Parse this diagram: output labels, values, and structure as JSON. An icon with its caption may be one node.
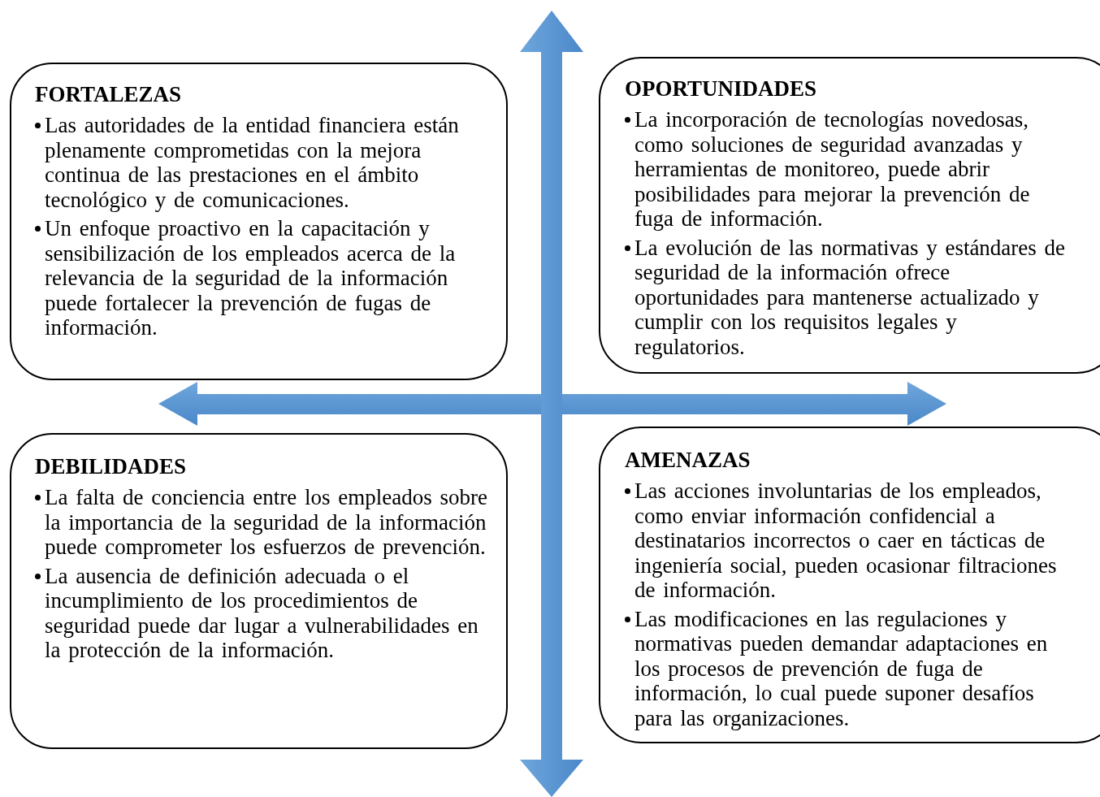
{
  "diagram": {
    "nodes": [
      {
        "text": [
          "FORTALEZAS",
          "Las autoridades de la entidad financiera están plenamente comprometidas con la mejora continua de las prestaciones en el ámbito tecnológico y de comunicaciones.",
          "Un enfoque proactivo en la capacitación y sensibilización de los empleados acerca de la relevancia de la seguridad de la información puede fortalecer la prevención de fugas de información."
        ]
      },
      {
        "text": [
          "OPORTUNIDADES",
          "La incorporación de tecnologías novedosas, como soluciones de seguridad avanzadas y herramientas de monitoreo, puede abrir posibilidades para mejorar la prevención de fuga de información.",
          "La evolución de las normativas y estándares de seguridad de la información ofrece oportunidades para mantenerse actualizado y cumplir con los requisitos legales y regulatorios."
        ]
      },
      {
        "text": [
          "DEBILIDADES",
          "La falta de conciencia entre los empleados sobre la importancia de la seguridad de la información puede comprometer los esfuerzos de prevención.",
          "La ausencia de definición adecuada o el incumplimiento de los procedimientos de seguridad puede dar lugar a vulnerabilidades en la protección de la información."
        ]
      },
      {
        "text": [
          "AMENAZAS",
          "Las acciones involuntarias de los empleados, como enviar información confidencial a destinatarios incorrectos o caer en tácticas de ingeniería social, pueden ocasionar filtraciones de información.",
          "Las modificaciones en las regulaciones y normativas pueden demandar adaptaciones en los procesos de prevención de fuga de información, lo cual puede suponer desafíos para las organizaciones."
        ]
      }
    ]
  }
}
